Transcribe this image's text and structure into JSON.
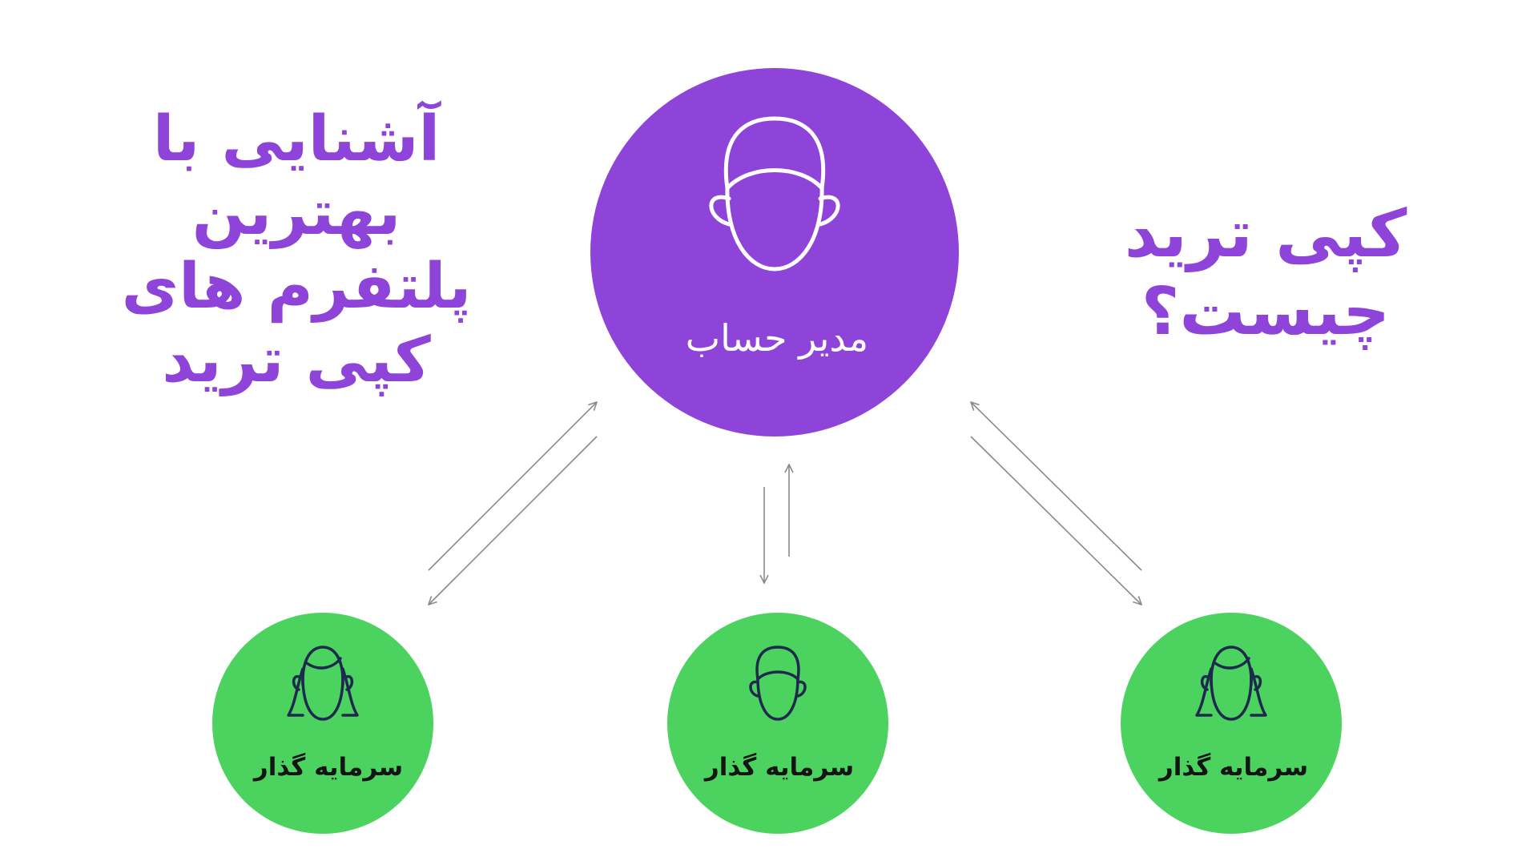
{
  "diagram": {
    "title_left": {
      "lines": [
        "آشنایی با بهترین",
        "پلتفرم های",
        "کپی ترید"
      ]
    },
    "title_right": "کپی ترید چیست؟",
    "manager": {
      "label": "مدیر حساب",
      "icon": "male-face-outline-icon"
    },
    "investors": [
      {
        "label": "سرمایه گذار",
        "icon": "female-face-outline-icon"
      },
      {
        "label": "سرمایه گذار",
        "icon": "male-face-outline-icon"
      },
      {
        "label": "سرمایه گذار",
        "icon": "female-face-outline-icon"
      }
    ],
    "connections": [
      "manager-investor-1",
      "manager-investor-2",
      "manager-investor-3"
    ]
  },
  "colors": {
    "manager_fill": "#8e44d9",
    "investor_fill": "#4cd35f",
    "title_text": "#8e44d9",
    "arrow_stroke": "#8a8a8a",
    "manager_icon_stroke": "#ffffff",
    "investor_icon_stroke": "#1d2a4d"
  }
}
